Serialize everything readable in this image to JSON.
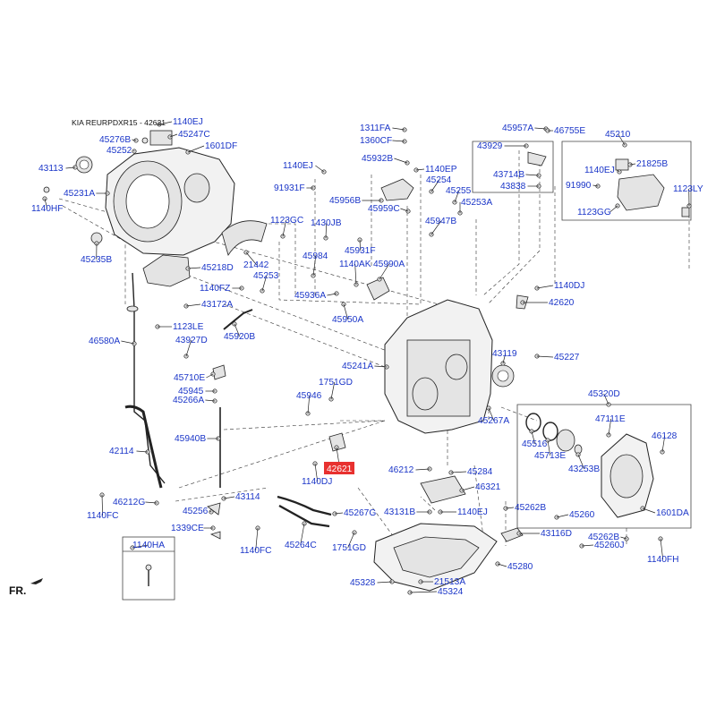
{
  "header": "KIA REURPDXR15 - 42621",
  "highlight_part": "42621",
  "labels": [
    {
      "id": "1140EJ_a",
      "text": "1140EJ"
    },
    {
      "id": "45276B",
      "text": "45276B"
    },
    {
      "id": "45247C",
      "text": "45247C"
    },
    {
      "id": "45252",
      "text": "45252"
    },
    {
      "id": "1601DF",
      "text": "1601DF"
    },
    {
      "id": "43113",
      "text": "43113"
    },
    {
      "id": "45231A",
      "text": "45231A"
    },
    {
      "id": "1140HF",
      "text": "1140HF"
    },
    {
      "id": "45235B",
      "text": "45235B"
    },
    {
      "id": "21442",
      "text": "21442"
    },
    {
      "id": "1123GC",
      "text": "1123GC"
    },
    {
      "id": "45218D",
      "text": "45218D"
    },
    {
      "id": "45253_a",
      "text": "45253"
    },
    {
      "id": "1140FZ",
      "text": "1140FZ"
    },
    {
      "id": "43172A",
      "text": "43172A"
    },
    {
      "id": "1123LE",
      "text": "1123LE"
    },
    {
      "id": "45920B",
      "text": "45920B"
    },
    {
      "id": "46580A",
      "text": "46580A"
    },
    {
      "id": "43927D",
      "text": "43927D"
    },
    {
      "id": "45710E",
      "text": "45710E"
    },
    {
      "id": "45945",
      "text": "45945"
    },
    {
      "id": "45266A",
      "text": "45266A"
    },
    {
      "id": "45940B",
      "text": "45940B"
    },
    {
      "id": "42114",
      "text": "42114"
    },
    {
      "id": "46212G",
      "text": "46212G"
    },
    {
      "id": "1140FC_a",
      "text": "1140FC"
    },
    {
      "id": "43114",
      "text": "43114"
    },
    {
      "id": "45256",
      "text": "45256"
    },
    {
      "id": "1339CE",
      "text": "1339CE"
    },
    {
      "id": "1140HA",
      "text": "1140HA"
    },
    {
      "id": "1311FA",
      "text": "1311FA"
    },
    {
      "id": "1360CF",
      "text": "1360CF"
    },
    {
      "id": "45932B",
      "text": "45932B"
    },
    {
      "id": "1140EP",
      "text": "1140EP"
    },
    {
      "id": "1140EJ_b",
      "text": "1140EJ"
    },
    {
      "id": "91931F",
      "text": "91931F"
    },
    {
      "id": "45956B",
      "text": "45956B"
    },
    {
      "id": "45959C",
      "text": "45959C"
    },
    {
      "id": "45254",
      "text": "45254"
    },
    {
      "id": "45255",
      "text": "45255"
    },
    {
      "id": "45253A",
      "text": "45253A"
    },
    {
      "id": "45947B",
      "text": "45947B"
    },
    {
      "id": "1430JB",
      "text": "1430JB"
    },
    {
      "id": "45931F",
      "text": "45931F"
    },
    {
      "id": "45984",
      "text": "45984"
    },
    {
      "id": "1140AK",
      "text": "1140AK"
    },
    {
      "id": "45990A",
      "text": "45990A"
    },
    {
      "id": "45936A",
      "text": "45936A"
    },
    {
      "id": "45950A",
      "text": "45950A"
    },
    {
      "id": "45957A",
      "text": "45957A"
    },
    {
      "id": "46755E",
      "text": "46755E"
    },
    {
      "id": "43929",
      "text": "43929"
    },
    {
      "id": "43714B",
      "text": "43714B"
    },
    {
      "id": "43838",
      "text": "43838"
    },
    {
      "id": "45210",
      "text": "45210"
    },
    {
      "id": "1140EJ_c",
      "text": "1140EJ"
    },
    {
      "id": "21825B",
      "text": "21825B"
    },
    {
      "id": "91990",
      "text": "91990"
    },
    {
      "id": "1123GG",
      "text": "1123GG"
    },
    {
      "id": "1123LY",
      "text": "1123LY"
    },
    {
      "id": "1140DJ_a",
      "text": "1140DJ"
    },
    {
      "id": "42620",
      "text": "42620"
    },
    {
      "id": "45227",
      "text": "45227"
    },
    {
      "id": "43119",
      "text": "43119"
    },
    {
      "id": "45241A",
      "text": "45241A"
    },
    {
      "id": "1751GD_a",
      "text": "1751GD"
    },
    {
      "id": "45946",
      "text": "45946"
    },
    {
      "id": "45267A",
      "text": "45267A"
    },
    {
      "id": "45320D",
      "text": "45320D"
    },
    {
      "id": "47111E",
      "text": "47111E"
    },
    {
      "id": "45516",
      "text": "45516"
    },
    {
      "id": "45713E",
      "text": "45713E"
    },
    {
      "id": "46128",
      "text": "46128"
    },
    {
      "id": "43253B",
      "text": "43253B"
    },
    {
      "id": "42621",
      "text": "42621"
    },
    {
      "id": "1140DJ_b",
      "text": "1140DJ"
    },
    {
      "id": "46212",
      "text": "46212"
    },
    {
      "id": "45284",
      "text": "45284"
    },
    {
      "id": "46321",
      "text": "46321"
    },
    {
      "id": "43131B",
      "text": "43131B"
    },
    {
      "id": "1140EJ_d",
      "text": "1140EJ"
    },
    {
      "id": "45262B_a",
      "text": "45262B"
    },
    {
      "id": "45260",
      "text": "45260"
    },
    {
      "id": "1601DA",
      "text": "1601DA"
    },
    {
      "id": "45267G",
      "text": "45267G"
    },
    {
      "id": "1140FC_b",
      "text": "1140FC"
    },
    {
      "id": "45264C",
      "text": "45264C"
    },
    {
      "id": "1751GD_b",
      "text": "1751GD"
    },
    {
      "id": "43116D",
      "text": "43116D"
    },
    {
      "id": "45262B_b",
      "text": "45262B"
    },
    {
      "id": "45260J",
      "text": "45260J"
    },
    {
      "id": "1140FH",
      "text": "1140FH"
    },
    {
      "id": "45280",
      "text": "45280"
    },
    {
      "id": "45328",
      "text": "45328"
    },
    {
      "id": "21513A",
      "text": "21513A"
    },
    {
      "id": "45324",
      "text": "45324"
    }
  ],
  "direction_marker": "FR.",
  "colors": {
    "label": "#1a35c8",
    "highlight_bg": "#e8312f",
    "highlight_text": "#ffffff",
    "line": "#222222"
  }
}
